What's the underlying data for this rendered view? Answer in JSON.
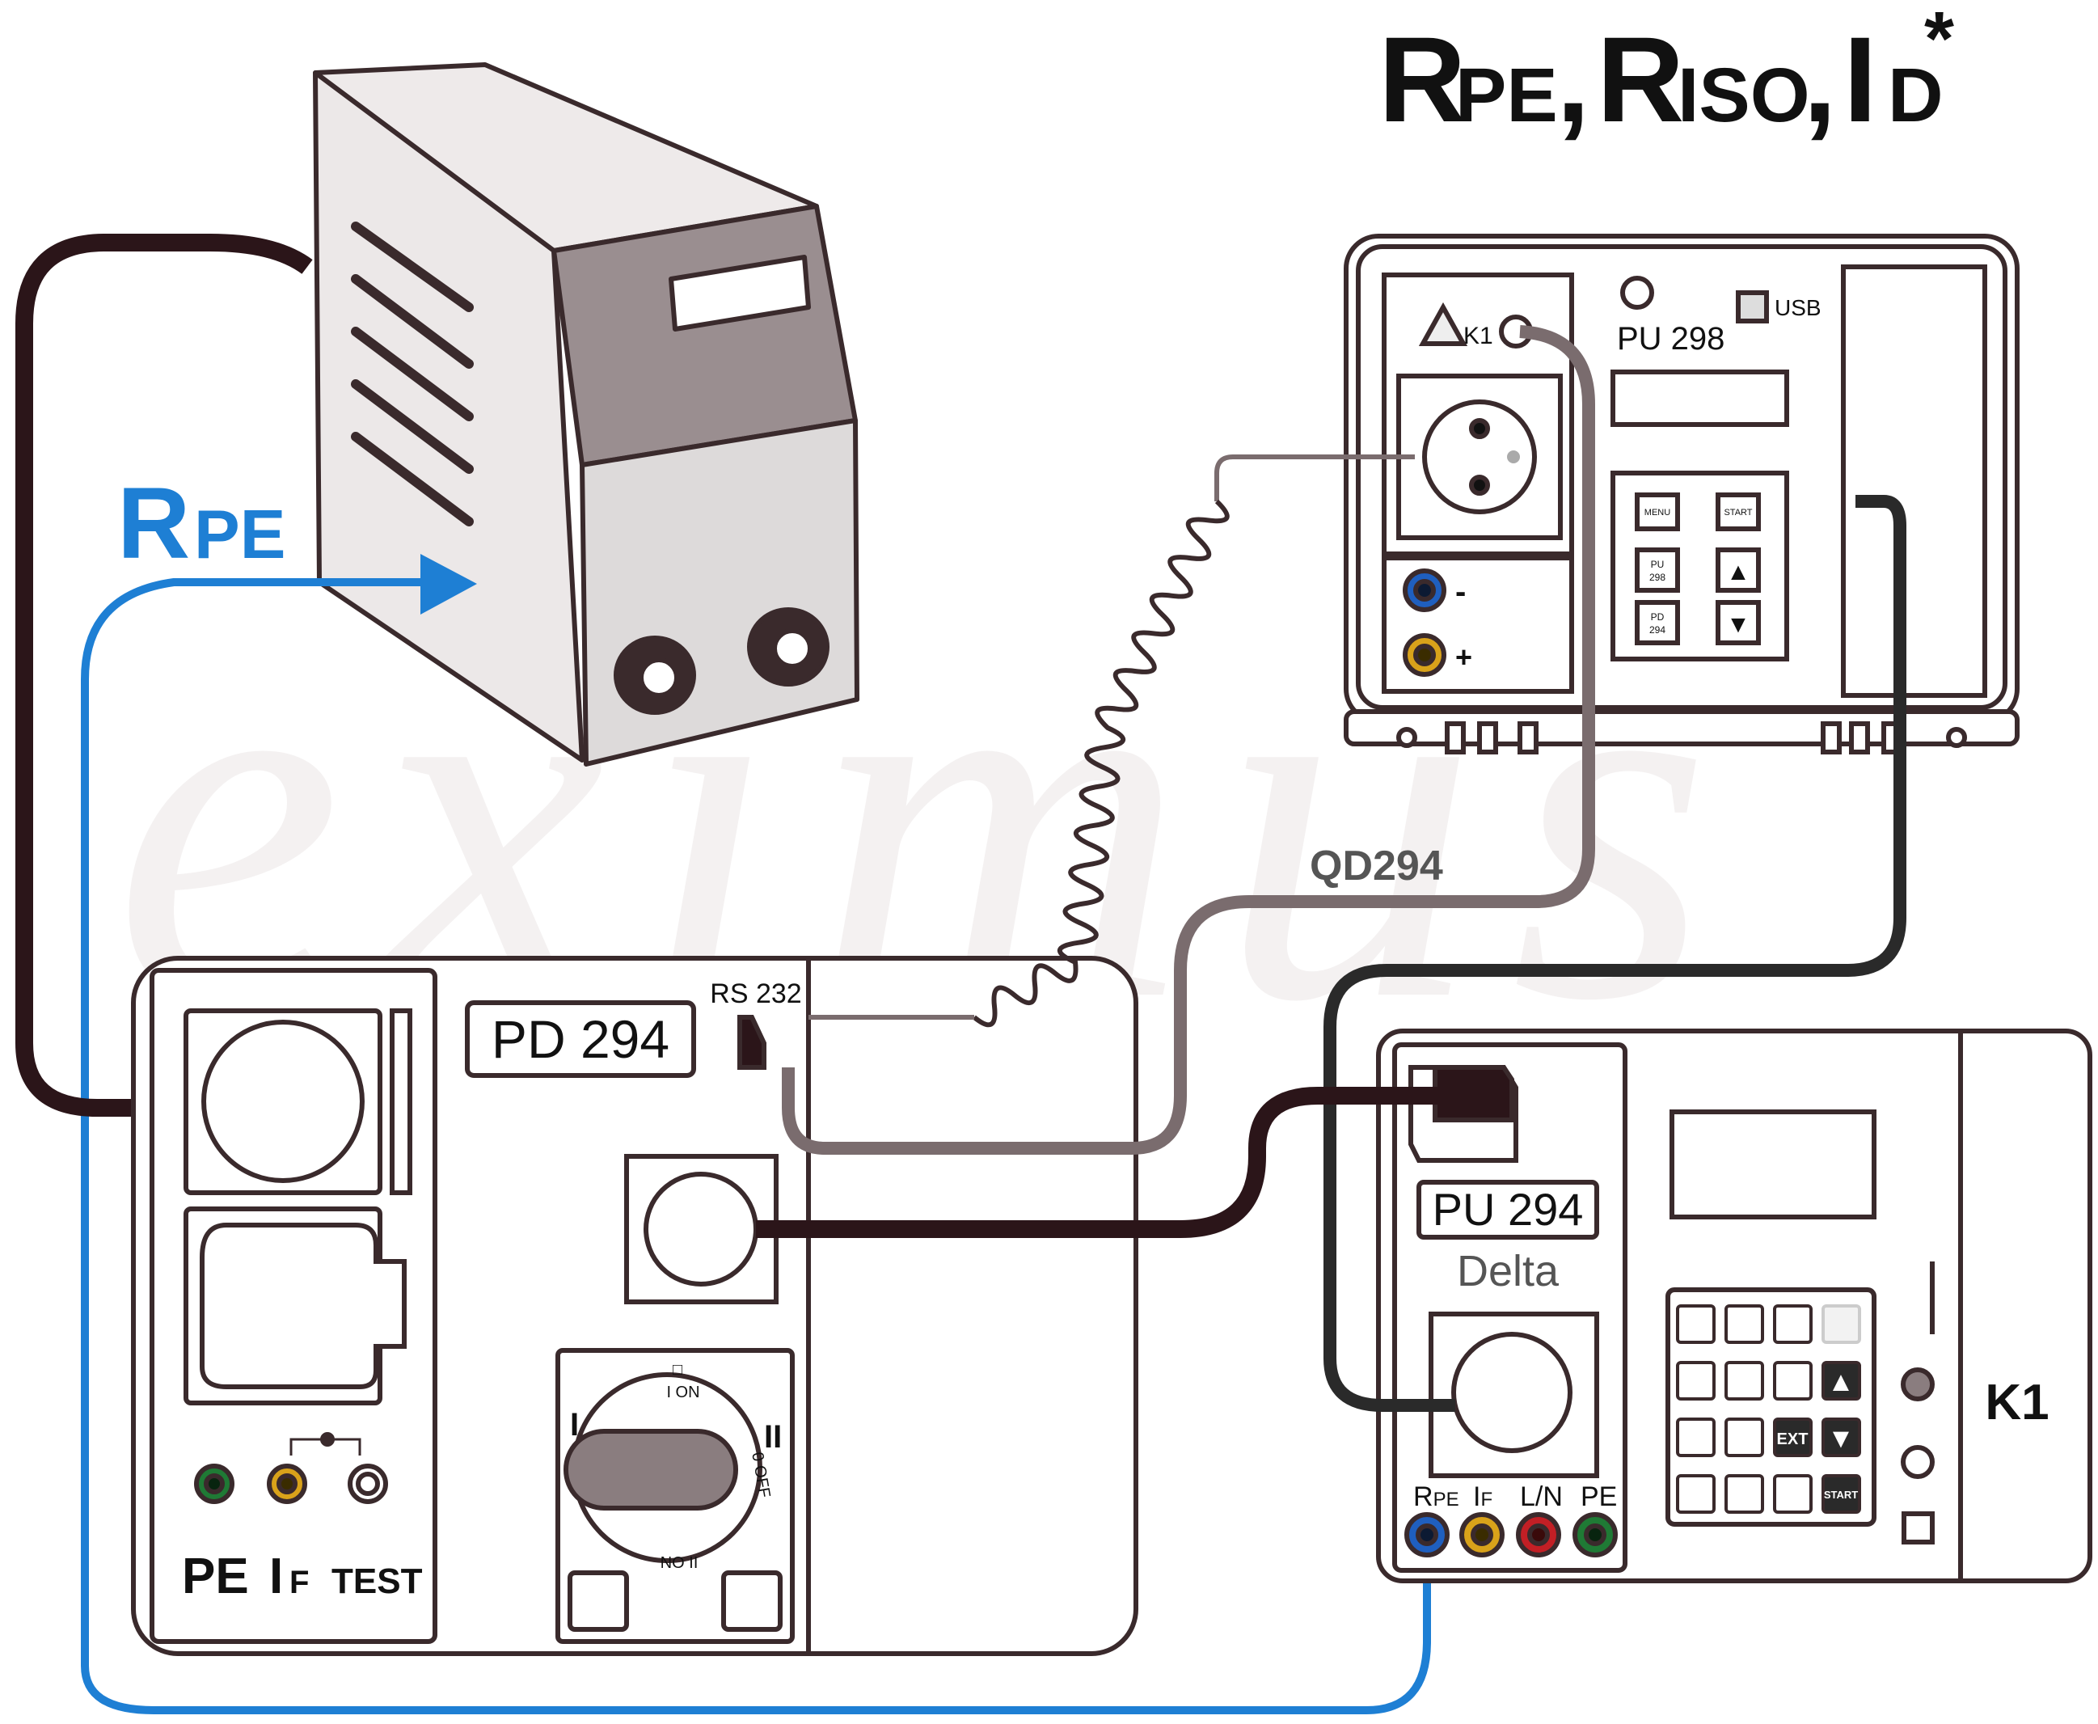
{
  "title": {
    "r": "R",
    "pe": "PE",
    "comma1": ",",
    "r2": "R",
    "iso": "ISO",
    "comma2": ",",
    "i": "I",
    "d": "D",
    "star": "*"
  },
  "rpe_label": {
    "r": "R",
    "pe": "PE"
  },
  "watermark": {
    "text": "eximus",
    "reg": "®"
  },
  "pu298": {
    "name": "PU 298",
    "usb": "USB",
    "k1": "K1",
    "minus": "-",
    "plus": "+",
    "keys": {
      "menu": "MENU",
      "start": "START",
      "pu_line1": "PU",
      "pu_line2": "298",
      "pd_line1": "PD",
      "pd_line2": "294",
      "up": "▲",
      "down": "▼"
    }
  },
  "pd294": {
    "name": "PD 294",
    "rs232": "RS 232",
    "bottom": {
      "pe": "PE",
      "i": "I",
      "f": "F",
      "test": "TEST"
    },
    "switch": {
      "on1": "I ON",
      "on2": "II ON",
      "off": "0 OFF",
      "left": "I",
      "right": "II",
      "top": "□"
    }
  },
  "cable_label": "QD294",
  "pu294": {
    "name": "PU 294",
    "sub": "Delta",
    "k1": "K1",
    "keys": {
      "ext": "EXT",
      "start": "START",
      "up": "▲",
      "down": "▼"
    },
    "terminals": [
      {
        "main": "R",
        "sub": "PE",
        "color": "#1f5fbf"
      },
      {
        "main": "I",
        "sub": "F",
        "color": "#d9a21a"
      },
      {
        "main": "L/N",
        "sub": "",
        "color": "#c21f25"
      },
      {
        "main": "PE",
        "sub": "",
        "color": "#1f7a35"
      }
    ]
  },
  "colors": {
    "blue": "#1e7fd4",
    "cable_dark": "#2b1519",
    "cable_grey": "#7a6c6e",
    "cable_black": "#2a2a2a",
    "outline": "#3a2a2c",
    "device_fill": "#ebe8e8",
    "device_dark": "#8a7d7f"
  }
}
